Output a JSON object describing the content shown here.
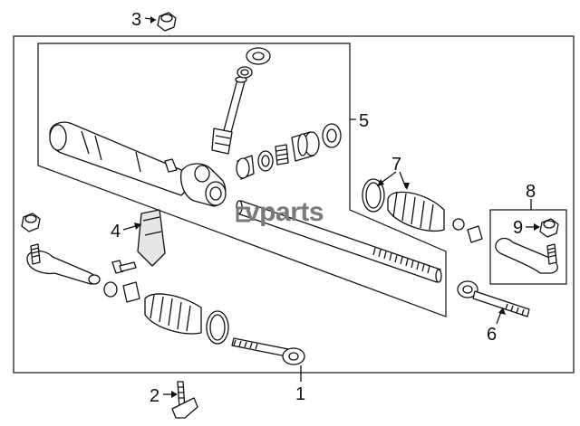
{
  "callouts": [
    {
      "id": "1",
      "label": "1"
    },
    {
      "id": "2",
      "label": "2"
    },
    {
      "id": "3",
      "label": "3"
    },
    {
      "id": "4",
      "label": "4"
    },
    {
      "id": "5",
      "label": "5"
    },
    {
      "id": "6",
      "label": "6"
    },
    {
      "id": "7",
      "label": "7"
    },
    {
      "id": "8",
      "label": "8"
    },
    {
      "id": "9",
      "label": "9"
    }
  ],
  "watermark": "vparts",
  "colors": {
    "line": "#111111",
    "watermark": "#7a7a7a",
    "background": "#ffffff"
  }
}
